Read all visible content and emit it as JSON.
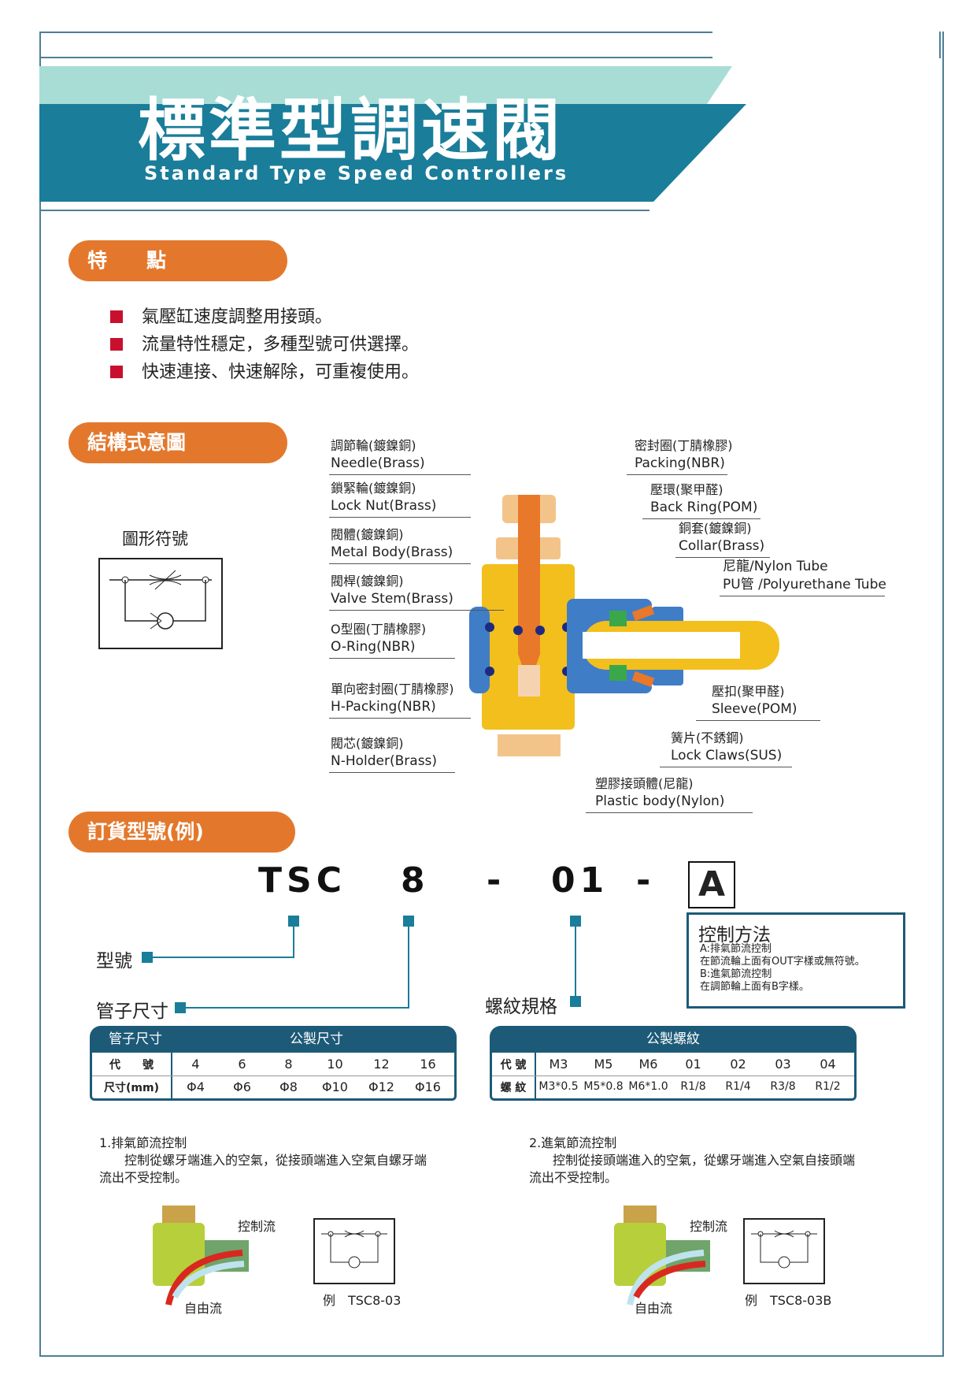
{
  "header": {
    "title": "標準型調速閥",
    "subtitle": "Standard Type Speed Controllers"
  },
  "features": {
    "heading": "特　　點",
    "items": [
      "氣壓缸速度調整用接頭。",
      "流量特性穩定，多種型號可供選擇。",
      "快速連接、快速解除，可重複使用。"
    ]
  },
  "structure": {
    "heading": "結構式意圖",
    "symbol_label": "圖形符號",
    "left_labels": [
      {
        "cn": "調節輪(鍍鎳銅)",
        "en": "Needle(Brass)"
      },
      {
        "cn": "鎖緊輪(鍍鎳銅)",
        "en": "Lock Nut(Brass)"
      },
      {
        "cn": "閥體(鍍鎳銅)",
        "en": "Metal Body(Brass)"
      },
      {
        "cn": "閥桿(鍍鎳銅)",
        "en": "Valve Stem(Brass)"
      },
      {
        "cn": "O型圈(丁腈橡膠)",
        "en": "O-Ring(NBR)"
      },
      {
        "cn": "單向密封圈(丁腈橡膠)",
        "en": "H-Packing(NBR)"
      },
      {
        "cn": "閥芯(鍍鎳銅)",
        "en": "N-Holder(Brass)"
      }
    ],
    "right_labels": [
      {
        "cn": "密封圈(丁腈橡膠)",
        "en": "Packing(NBR)"
      },
      {
        "cn": "壓環(聚甲醛)",
        "en": "Back Ring(POM)"
      },
      {
        "cn": "銅套(鍍鎳銅)",
        "en": "Collar(Brass)"
      },
      {
        "cn": "尼龍/Nylon Tube",
        "en": "PU管 /Polyurethane Tube"
      },
      {
        "cn": "壓扣(聚甲醛)",
        "en": "Sleeve(POM)"
      },
      {
        "cn": "簧片(不銹鋼)",
        "en": "Lock Claws(SUS)"
      },
      {
        "cn": "塑膠接頭體(尼龍)",
        "en": "Plastic body(Nylon)"
      }
    ]
  },
  "ordering": {
    "heading": "訂貨型號(例)",
    "code_parts": [
      "TSC",
      "8",
      "-",
      "01",
      "-",
      "A"
    ],
    "field_model": "型號",
    "field_tube": "管子尺寸",
    "field_thread": "螺紋規格",
    "control": {
      "title": "控制方法",
      "lines": [
        "A:排氣節流控制",
        "在節流輪上面有OUT字樣或無符號。",
        "B:進氣節流控制",
        "在調節輪上面有B字樣。"
      ]
    }
  },
  "tube_table": {
    "head_left": "管子尺寸",
    "head_right": "公製尺寸",
    "row1_label": "代　　號",
    "row2_label": "尺寸(mm)",
    "codes": [
      "4",
      "6",
      "8",
      "10",
      "12",
      "16"
    ],
    "sizes": [
      "Φ4",
      "Φ6",
      "Φ8",
      "Φ10",
      "Φ12",
      "Φ16"
    ]
  },
  "thread_table": {
    "head": "公製螺紋",
    "row1_label": "代 號",
    "row2_label": "螺 紋",
    "codes": [
      "M3",
      "M5",
      "M6",
      "01",
      "02",
      "03",
      "04"
    ],
    "threads": [
      "M3*0.5",
      "M5*0.8",
      "M6*1.0",
      "R1/8",
      "R1/4",
      "R3/8",
      "R1/2"
    ]
  },
  "modes": [
    {
      "title": "1.排氣節流控制",
      "desc1": "控制從螺牙端進入的空氣，從接頭端進入空氣自螺牙端",
      "desc2": "流出不受控制。",
      "ctrl_flow": "控制流",
      "free_flow": "自由流",
      "example": "例　TSC8-03"
    },
    {
      "title": "2.進氣節流控制",
      "desc1": "控制從接頭端進入的空氣，從螺牙端進入空氣自接頭端",
      "desc2": "流出不受控制。",
      "ctrl_flow": "控制流",
      "free_flow": "自由流",
      "example": "例　TSC8-03B"
    }
  ],
  "colors": {
    "teal_dark": "#1a7d9a",
    "teal_light": "#a8ddd6",
    "orange": "#e3782d",
    "navy": "#1d5a78",
    "bullet_red": "#c8102e"
  }
}
